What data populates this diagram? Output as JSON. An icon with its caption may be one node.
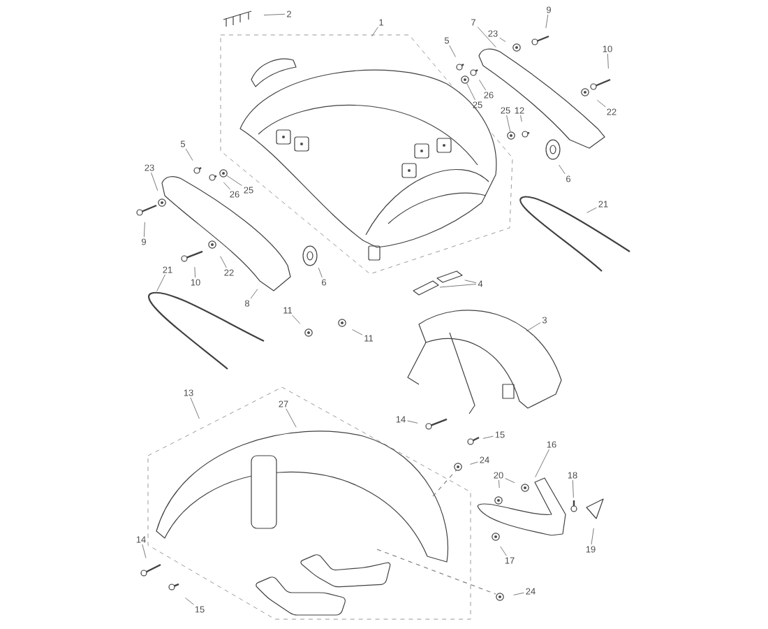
{
  "diagram": {
    "nodes": [
      {
        "text": [
          "2"
        ]
      },
      {
        "text": [
          "1"
        ]
      },
      {
        "text": [
          "7"
        ]
      },
      {
        "text": [
          "9"
        ]
      },
      {
        "text": [
          "23"
        ]
      },
      {
        "text": [
          "5"
        ]
      },
      {
        "text": [
          "10"
        ]
      },
      {
        "text": [
          "26"
        ]
      },
      {
        "text": [
          "25"
        ]
      },
      {
        "text": [
          "22"
        ]
      },
      {
        "text": [
          "25"
        ]
      },
      {
        "text": [
          "12"
        ]
      },
      {
        "text": [
          "5"
        ]
      },
      {
        "text": [
          "23"
        ]
      },
      {
        "text": [
          "26"
        ]
      },
      {
        "text": [
          "25"
        ]
      },
      {
        "text": [
          "6"
        ]
      },
      {
        "text": [
          "21"
        ]
      },
      {
        "text": [
          "9"
        ]
      },
      {
        "text": [
          "22"
        ]
      },
      {
        "text": [
          "10"
        ]
      },
      {
        "text": [
          "21"
        ]
      },
      {
        "text": [
          "6"
        ]
      },
      {
        "text": [
          "8"
        ]
      },
      {
        "text": [
          "4"
        ]
      },
      {
        "text": [
          "11"
        ]
      },
      {
        "text": [
          "11"
        ]
      },
      {
        "text": [
          "3"
        ]
      },
      {
        "text": [
          "14"
        ]
      },
      {
        "text": [
          "15"
        ]
      },
      {
        "text": [
          "13"
        ]
      },
      {
        "text": [
          "27"
        ]
      },
      {
        "text": [
          "24"
        ]
      },
      {
        "text": [
          "16"
        ]
      },
      {
        "text": [
          "20"
        ]
      },
      {
        "text": [
          "18"
        ]
      },
      {
        "text": [
          "14"
        ]
      },
      {
        "text": [
          "19"
        ]
      },
      {
        "text": [
          "17"
        ]
      },
      {
        "text": [
          "15"
        ]
      },
      {
        "text": [
          "24"
        ]
      },
      {
        "text": [],
        "shape": "picture"
      },
      {
        "text": [],
        "shape": "circle"
      },
      {
        "text": [],
        "shape": "circle"
      },
      {
        "text": [],
        "shape": "circle"
      },
      {
        "text": [],
        "shape": "picture"
      }
    ],
    "edges": [
      {
        "from": 0,
        "to": null,
        "arrow": "none"
      },
      {
        "from": 1,
        "to": null,
        "arrow": "none"
      },
      {
        "from": 2,
        "to": 41,
        "arrow": "none"
      },
      {
        "from": 3,
        "to": null,
        "arrow": "none"
      },
      {
        "from": 4,
        "to": null,
        "arrow": "none"
      },
      {
        "from": 5,
        "to": null,
        "arrow": "none"
      },
      {
        "from": 6,
        "to": null,
        "arrow": "none"
      },
      {
        "from": 7,
        "to": null,
        "arrow": "none"
      },
      {
        "from": 8,
        "to": 42,
        "arrow": "none"
      },
      {
        "from": 9,
        "to": null,
        "arrow": "none"
      },
      {
        "from": 10,
        "to": 43,
        "arrow": "none"
      },
      {
        "from": 11,
        "to": null,
        "arrow": "none"
      },
      {
        "from": 12,
        "to": null,
        "arrow": "none"
      },
      {
        "from": 13,
        "to": null,
        "arrow": "none"
      },
      {
        "from": 14,
        "to": null,
        "arrow": "none"
      },
      {
        "from": 15,
        "to": 44,
        "arrow": "none"
      },
      {
        "from": 16,
        "to": null,
        "arrow": "none"
      },
      {
        "from": 17,
        "to": null,
        "arrow": "none"
      },
      {
        "from": 18,
        "to": null,
        "arrow": "none"
      },
      {
        "from": 19,
        "to": null,
        "arrow": "none"
      },
      {
        "from": 20,
        "to": null,
        "arrow": "none"
      },
      {
        "from": 21,
        "to": null,
        "arrow": "none"
      },
      {
        "from": 22,
        "to": null,
        "arrow": "none"
      },
      {
        "from": 23,
        "to": null,
        "arrow": "none"
      },
      {
        "from": 24,
        "to": null,
        "arrow": "none"
      },
      {
        "from": 24,
        "to": null,
        "arrow": "none"
      },
      {
        "from": 25,
        "to": null,
        "arrow": "none"
      },
      {
        "from": 26,
        "to": null,
        "arrow": "none"
      },
      {
        "from": 27,
        "to": null,
        "arrow": "none"
      },
      {
        "from": 28,
        "to": null,
        "arrow": "none"
      },
      {
        "from": 29,
        "to": null,
        "arrow": "none"
      },
      {
        "from": 30,
        "to": null,
        "arrow": "none"
      },
      {
        "from": 31,
        "to": null,
        "arrow": "none"
      },
      {
        "from": 32,
        "to": null,
        "arrow": "none"
      },
      {
        "from": 33,
        "to": 45,
        "arrow": "none"
      },
      {
        "from": 34,
        "to": null,
        "arrow": "none"
      },
      {
        "from": 34,
        "to": null,
        "arrow": "none"
      },
      {
        "from": 35,
        "to": null,
        "arrow": "none"
      },
      {
        "from": 36,
        "to": null,
        "arrow": "none"
      },
      {
        "from": 37,
        "to": null,
        "arrow": "none"
      },
      {
        "from": 38,
        "to": null,
        "arrow": "none"
      },
      {
        "from": 39,
        "to": null,
        "arrow": "none"
      },
      {
        "from": 40,
        "to": null,
        "arrow": "none"
      }
    ]
  }
}
